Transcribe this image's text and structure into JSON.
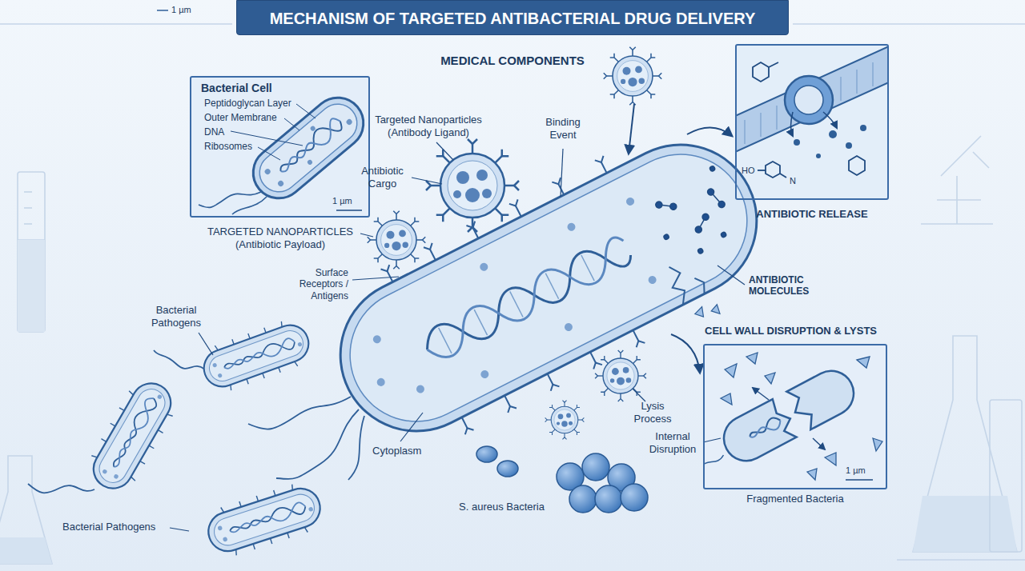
{
  "diagram": {
    "title": "MECHANISM OF TARGETED ANTIBACTERIAL DRUG DELIVERY",
    "nodes": [
      {
        "text": [
          "Bacterial Cell",
          "Peptidoglycan Layer",
          "Outer Membrane",
          "DNA",
          "Ribosomes",
          "1 µm"
        ]
      },
      {
        "text": [
          "ANTIBIOTIC RELEASE",
          "HO",
          "N"
        ]
      },
      {
        "text": [
          "CELL WALL DISRUPTION & LYSTS",
          "1 µm",
          "Fragmented Bacteria"
        ]
      }
    ],
    "labels": [
      "1 µm",
      "MEDICAL COMPONENTS",
      "Targeted Nanoparticles (Antibody Ligand)",
      "Antibiotic Cargo",
      "Binding Event",
      "TARGETED NANOPARTICLES (Antibiotic Payload)",
      "Surface Receptors / Antigens",
      "Bacterial Pathogens",
      "ANTIBIOTIC MOLECULES",
      "Lysis Process",
      "Internal Disruption",
      "Cytoplasm",
      "Bacterial Pathogens",
      "S. aureus Bacteria"
    ]
  }
}
